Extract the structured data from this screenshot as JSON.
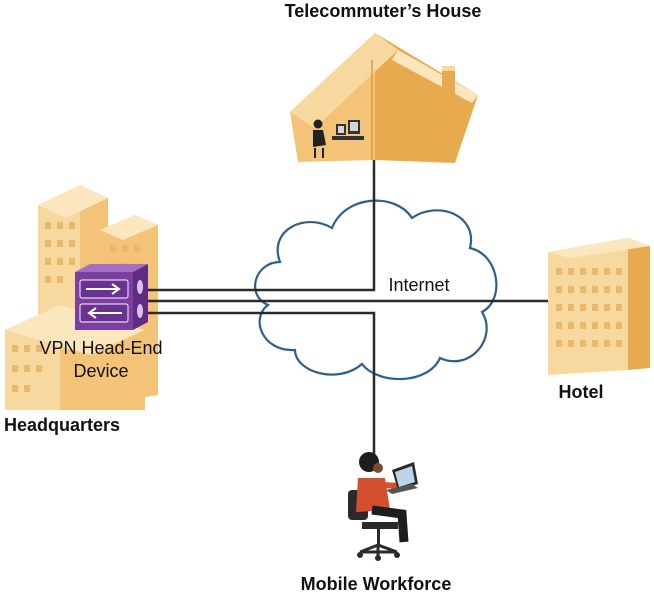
{
  "labels": {
    "house": "Telecommuter’s House",
    "internet": "Internet",
    "vpn_line1": "VPN Head-End",
    "vpn_line2": "Device",
    "headquarters": "Headquarters",
    "hotel": "Hotel",
    "mobile": "Mobile Workforce"
  },
  "colors": {
    "building_light": "#f7d9a0",
    "building_mid": "#f3c477",
    "building_dark": "#e8aa4e",
    "window": "#e9b86a",
    "cloud_stroke": "#2f5f8a",
    "link_line": "#2a2a2a",
    "vpn_purple": "#7b3fa1"
  }
}
